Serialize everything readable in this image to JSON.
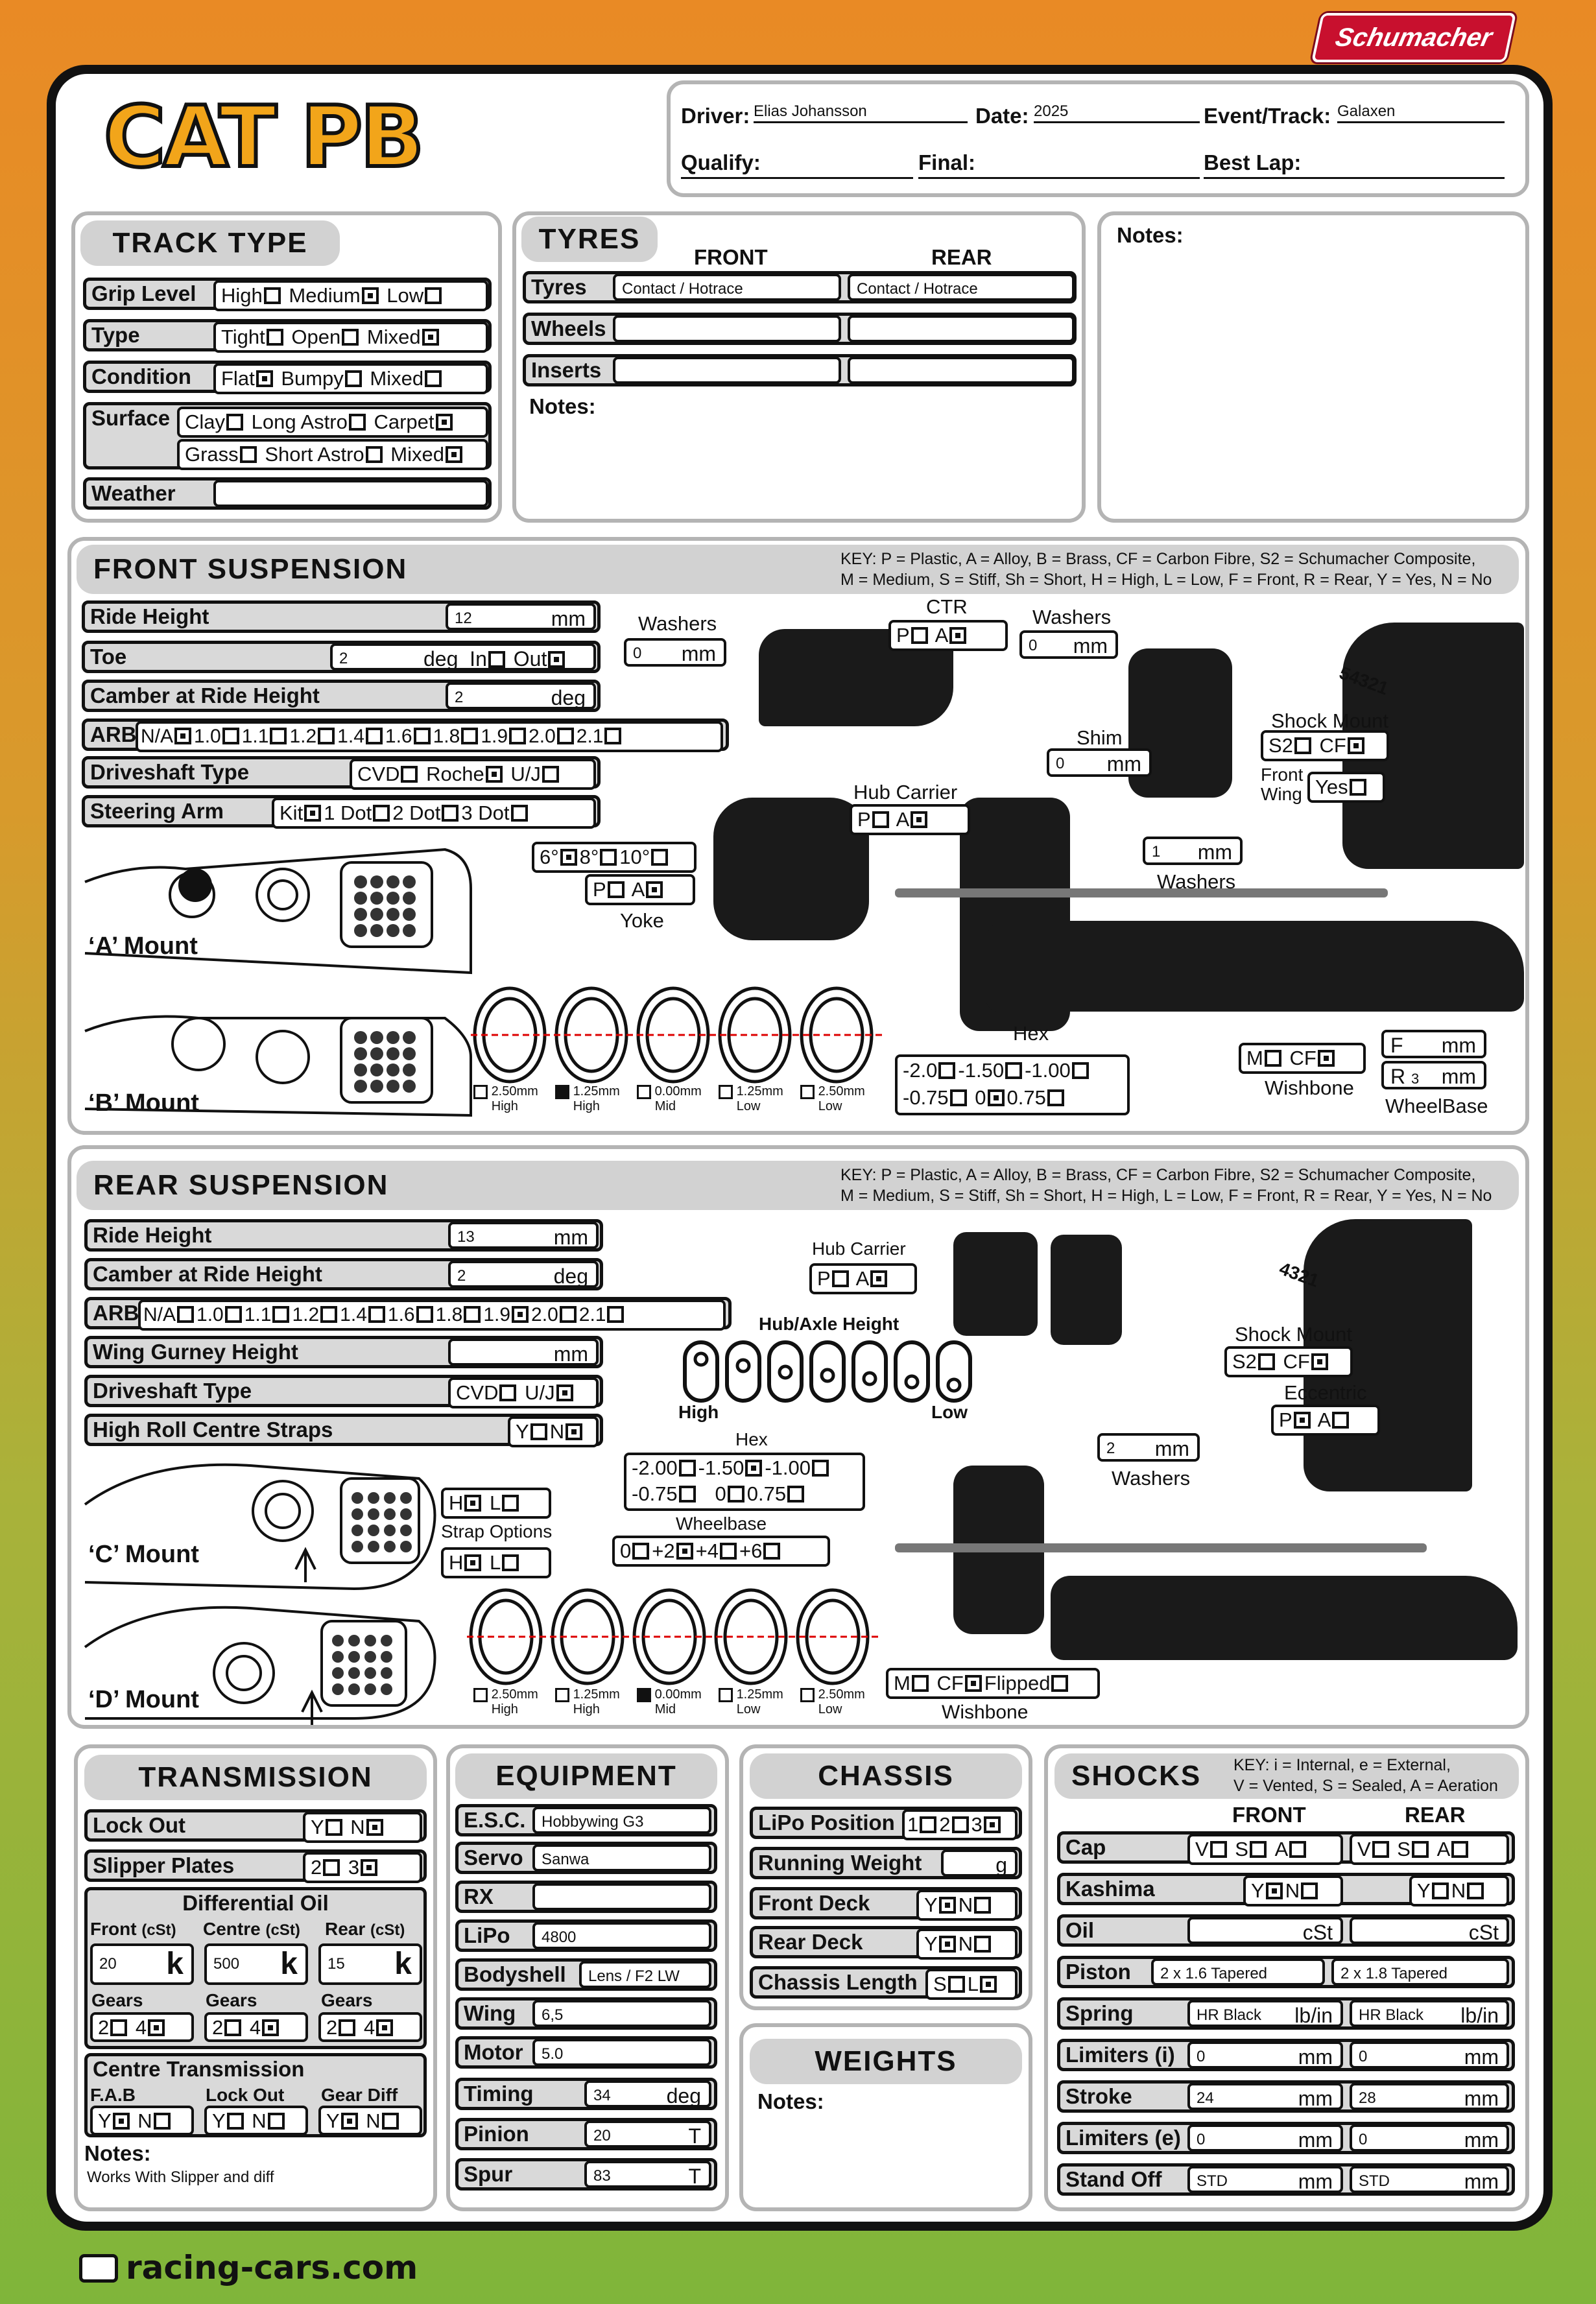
{
  "brand": "Schumacher",
  "logo": "CAT PB",
  "footer": "racing-cars.com",
  "header": {
    "driver_label": "Driver:",
    "driver": "Elias Johansson",
    "date_label": "Date:",
    "date": "2025",
    "event_label": "Event/Track:",
    "event": "Galaxen",
    "qualify_label": "Qualify:",
    "final_label": "Final:",
    "bestlap_label": "Best Lap:"
  },
  "track": {
    "title": "TRACK TYPE",
    "grip": "Grip Level",
    "grip_opts": [
      "High",
      "Medium",
      "Low"
    ],
    "type": "Type",
    "type_opts": [
      "Tight",
      "Open",
      "Mixed"
    ],
    "condition": "Condition",
    "cond_opts": [
      "Flat",
      "Bumpy",
      "Mixed"
    ],
    "surface": "Surface",
    "surf1": [
      "Clay",
      "Long Astro",
      "Carpet"
    ],
    "surf2": [
      "Grass",
      "Short Astro",
      "Mixed"
    ],
    "weather": "Weather"
  },
  "tyres": {
    "title": "TYRES",
    "front": "FRONT",
    "rear": "REAR",
    "tyres": "Tyres",
    "tyres_f": "Contact / Hotrace",
    "tyres_r": "Contact / Hotrace",
    "wheels": "Wheels",
    "inserts": "Inserts",
    "notes": "Notes:"
  },
  "notes_label": "Notes:",
  "key_line1": "KEY: P = Plastic, A = Alloy, B = Brass, CF = Carbon Fibre, S2 = Schumacher Composite,",
  "key_line2": "M = Medium, S = Stiff, Sh = Short, H = High, L = Low, F = Front, R = Rear, Y = Yes, N = No",
  "front": {
    "title": "FRONT SUSPENSION",
    "ride": "Ride Height",
    "ride_v": "12",
    "mm": "mm",
    "toe": "Toe",
    "toe_v": "2",
    "deg": "deg",
    "in": "In",
    "out": "Out",
    "camber": "Camber at Ride Height",
    "camber_v": "2",
    "arb": "ARB",
    "arb_opts": [
      "N/A",
      "1.0",
      "1.1",
      "1.2",
      "1.4",
      "1.6",
      "1.8",
      "1.9",
      "2.0",
      "2.1"
    ],
    "drive": "Driveshaft Type",
    "drive_opts": [
      "CVD",
      "Roche",
      "U/J"
    ],
    "steer": "Steering Arm",
    "steer_opts": [
      "Kit",
      "1 Dot",
      "2 Dot",
      "3 Dot"
    ],
    "washers": "Washers",
    "washers1_v": "0",
    "ctr": "CTR",
    "washers2_v": "0",
    "shim": "Shim",
    "shim_v": "0",
    "hub": "Hub Carrier",
    "washers3_v": "1",
    "yoke_angles": [
      "6°",
      "8°",
      "10°"
    ],
    "yoke": "Yoke",
    "a_mount": "‘A’ Mount",
    "b_mount": "‘B’ Mount",
    "shock_mount": "Shock Mount",
    "front_wing": "Front Wing",
    "yes": "Yes",
    "holes": "54321",
    "hex": "Hex",
    "hex_opts1": [
      "-2.0",
      "-1.50",
      "-1.00"
    ],
    "hex_opts2": [
      "-0.75",
      "0",
      "0.75"
    ],
    "wishbone": "Wishbone",
    "wheelbase": "WheelBase",
    "wb_r_v": "3",
    "insert_labels": [
      [
        "2.50mm",
        "High"
      ],
      [
        "1.25mm",
        "High"
      ],
      [
        "0.00mm",
        "Mid"
      ],
      [
        "1.25mm",
        "Low"
      ],
      [
        "2.50mm",
        "Low"
      ]
    ]
  },
  "rear": {
    "title": "REAR SUSPENSION",
    "ride": "Ride Height",
    "ride_v": "13",
    "camber": "Camber at Ride Height",
    "camber_v": "2",
    "arb": "ARB",
    "wing": "Wing Gurney Height",
    "drive": "Driveshaft Type",
    "drive_opts": [
      "CVD",
      "U/J"
    ],
    "hrc": "High Roll Centre Straps",
    "hub": "Hub Carrier",
    "hub_height": "Hub/Axle Height",
    "high": "High",
    "low": "Low",
    "hex": "Hex",
    "hex_opts1": [
      "-2.00",
      "-1.50",
      "-1.00"
    ],
    "hex_opts2": [
      "-0.75",
      "0",
      "0.75"
    ],
    "washers_v": "2",
    "wheelbase": "Wheelbase",
    "wb_opts": [
      "0",
      "+2",
      "+4",
      "+6"
    ],
    "strap": "Strap Options",
    "c_mount": "‘C’ Mount",
    "d_mount": "‘D’ Mount",
    "flipped": "Flipped",
    "holes": "4321",
    "eccentric": "Eccentric"
  },
  "trans": {
    "title": "TRANSMISSION",
    "lock": "Lock Out",
    "slipper": "Slipper Plates",
    "diff": "Differential Oil",
    "front": "Front",
    "centre": "Centre",
    "rear": "Rear",
    "cst": "(cSt)",
    "diff_f": "20",
    "diff_c": "500",
    "diff_r": "15",
    "k": "k",
    "gears": "Gears",
    "centre_trans": "Centre Transmission",
    "fab": "F.A.B",
    "lockout": "Lock Out",
    "geardiff": "Gear Diff",
    "notes": "Notes:",
    "notes_v": "Works With Slipper and diff"
  },
  "equip": {
    "title": "EQUIPMENT",
    "esc": "E.S.C.",
    "esc_v": "Hobbywing G3",
    "servo": "Servo",
    "servo_v": "Sanwa",
    "rx": "RX",
    "lipo": "LiPo",
    "lipo_v": "4800",
    "body": "Bodyshell",
    "body_v": "Lens / F2 LW",
    "wing": "Wing",
    "wing_v": "6,5",
    "motor": "Motor",
    "motor_v": "5.0",
    "timing": "Timing",
    "timing_v": "34",
    "pinion": "Pinion",
    "pinion_v": "20",
    "spur": "Spur",
    "spur_v": "83",
    "T": "T"
  },
  "chassis": {
    "title": "CHASSIS",
    "lipo_pos": "LiPo Position",
    "weight": "Running Weight",
    "g": "g",
    "fdeck": "Front Deck",
    "rdeck": "Rear Deck",
    "length": "Chassis Length"
  },
  "weights": {
    "title": "WEIGHTS",
    "notes": "Notes:"
  },
  "shocks": {
    "title": "SHOCKS",
    "key1": "KEY: i = Internal, e = External,",
    "key2": "V = Vented, S = Sealed, A = Aeration",
    "front": "FRONT",
    "rear": "REAR",
    "cap": "Cap",
    "kashima": "Kashima",
    "oil": "Oil",
    "cst": "cSt",
    "piston": "Piston",
    "piston_f": "2 x 1.6 Tapered",
    "piston_r": "2 x 1.8 Tapered",
    "spring": "Spring",
    "spring_f": "HR Black",
    "spring_r": "HR Black",
    "lbin": "lb/in",
    "limi": "Limiters (i)",
    "limi_f": "0",
    "limi_r": "0",
    "stroke": "Stroke",
    "stroke_f": "24",
    "stroke_r": "28",
    "lime": "Limiters (e)",
    "lime_f": "0",
    "lime_r": "0",
    "standoff": "Stand Off",
    "standoff_f": "STD",
    "standoff_r": "STD"
  }
}
